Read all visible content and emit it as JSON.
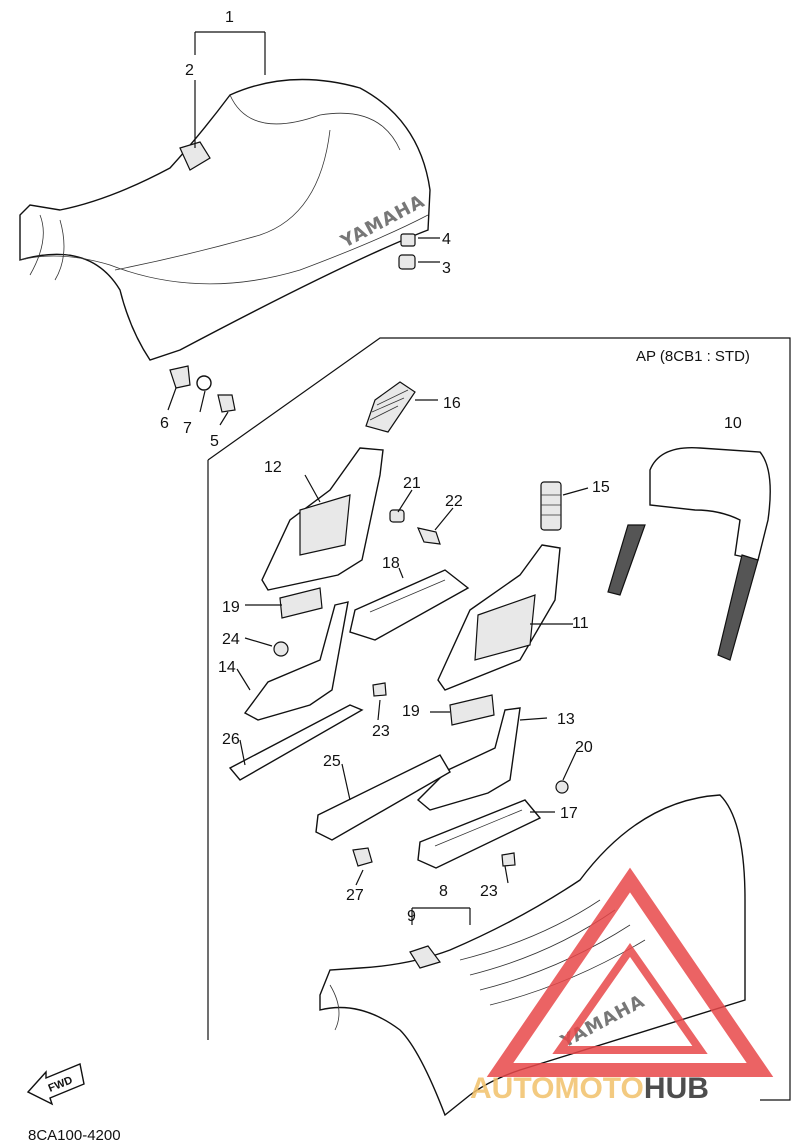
{
  "diagram": {
    "subassembly_label": "AP (8CB1 : STD)",
    "part_code": "8CA100-4200",
    "fwd_label": "FWD",
    "brand_text_1": "YAMAHA",
    "brand_text_2": "YAMAHA",
    "callouts": [
      "1",
      "2",
      "3",
      "4",
      "5",
      "6",
      "7",
      "8",
      "9",
      "10",
      "11",
      "12",
      "13",
      "14",
      "15",
      "16",
      "17",
      "18",
      "19",
      "19",
      "20",
      "21",
      "22",
      "23",
      "23",
      "24",
      "25",
      "26",
      "27"
    ]
  },
  "watermark": {
    "part1": "AUTOMOTO",
    "part2": "HUB",
    "color1": "#f2c16b",
    "color2": "#2e2e2e",
    "logo_color": "#e8484a"
  }
}
